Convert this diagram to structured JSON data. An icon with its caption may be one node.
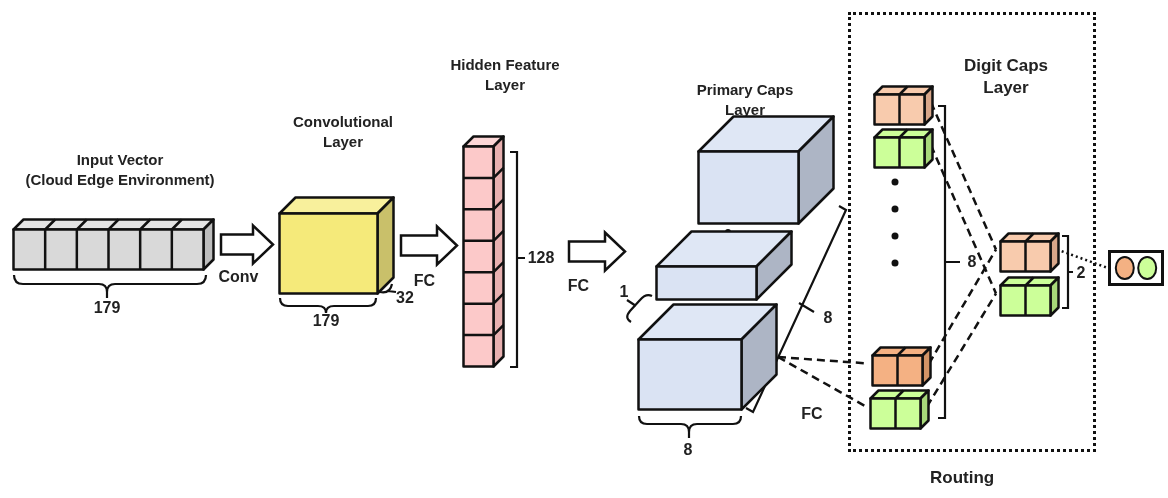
{
  "diagram": {
    "nodes": [
      {
        "text": [
          "Input Vector",
          "(Cloud Edge Environment)"
        ]
      },
      {
        "text": [
          "Convolutional Layer"
        ]
      },
      {
        "text": [
          "Hidden Feature Layer"
        ]
      },
      {
        "text": [
          "Primary Caps Layer"
        ]
      },
      {
        "text": [],
        "shape": "box",
        "in": 3
      },
      {
        "text": [],
        "shape": "box",
        "in": 3
      },
      {
        "text": [],
        "shape": "box",
        "in": 3
      },
      {
        "text": [
          "Digit Caps Layer"
        ],
        "beside": [
          "Routing"
        ]
      },
      {
        "text": [],
        "shape": "box",
        "in": 7
      },
      {
        "text": [],
        "shape": "box",
        "in": 7
      },
      {
        "text": [],
        "shape": "box",
        "in": 7
      },
      {
        "text": [],
        "shape": "box",
        "in": 7
      },
      {
        "text": [],
        "shape": "box",
        "in": 7
      },
      {
        "text": [],
        "shape": "box",
        "in": 7
      },
      {
        "text": [],
        "shape": "box"
      }
    ],
    "edges": [
      {
        "from": 0,
        "to": 1,
        "arrow": "to",
        "label": "Conv",
        "style": "thick"
      },
      {
        "from": 1,
        "to": 2,
        "arrow": "to",
        "label": "FC",
        "style": "thick"
      },
      {
        "from": 2,
        "to": 3,
        "arrow": "to",
        "label": "FC",
        "style": "thick"
      },
      {
        "from": 6,
        "to": 10,
        "arrow": "none",
        "style": "dashed"
      },
      {
        "from": 6,
        "to": 11,
        "arrow": "none",
        "style": "dashed",
        "label": "FC"
      },
      {
        "from": 8,
        "to": 12,
        "arrow": "none",
        "style": "dashed"
      },
      {
        "from": 9,
        "to": 13,
        "arrow": "none",
        "style": "dashed"
      },
      {
        "from": 10,
        "to": 12,
        "arrow": "none",
        "style": "dashed"
      },
      {
        "from": 11,
        "to": 13,
        "arrow": "none",
        "style": "dashed"
      },
      {
        "from": 12,
        "to": 14,
        "arrow": "none",
        "style": "dashed"
      }
    ],
    "labels": [
      "179",
      "179",
      "32",
      "128",
      "1",
      "8",
      "8",
      "8",
      "2"
    ]
  }
}
